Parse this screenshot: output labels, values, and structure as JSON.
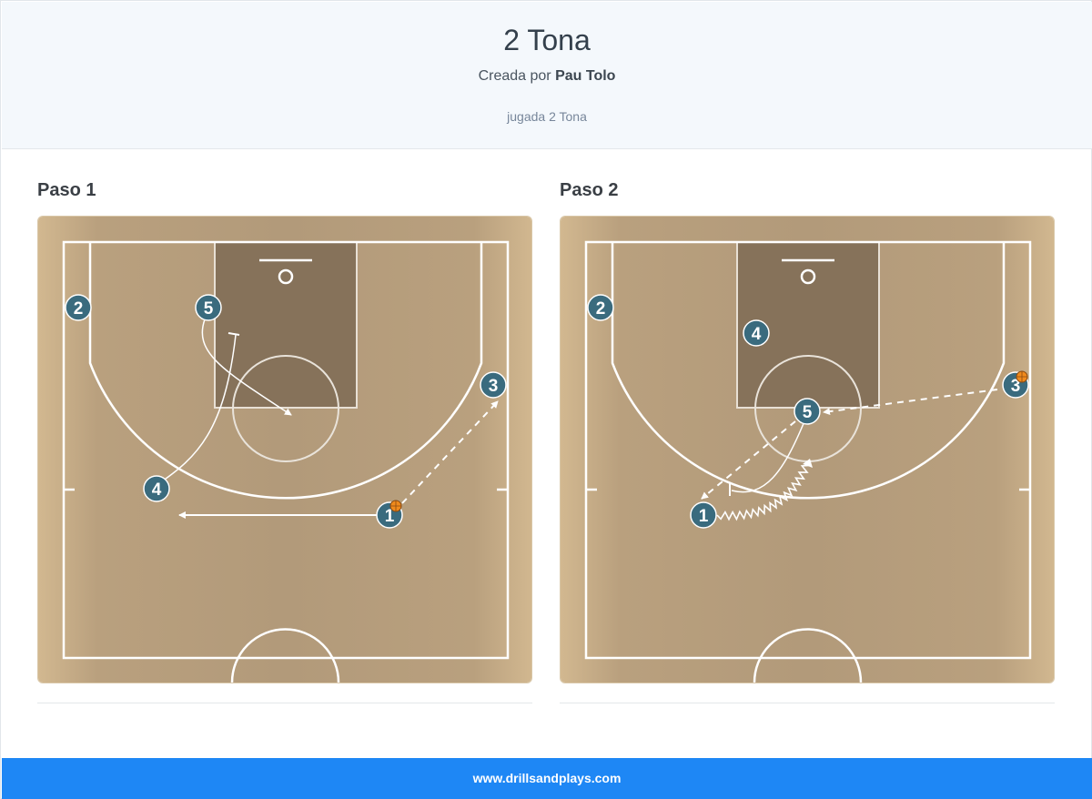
{
  "header": {
    "title": "2 Tona",
    "created_prefix": "Creada por",
    "author": "Pau Tolo",
    "description": "jugada 2 Tona"
  },
  "steps": [
    {
      "title": "Paso 1",
      "players": [
        {
          "label": "2",
          "has_ball": false
        },
        {
          "label": "5",
          "has_ball": false
        },
        {
          "label": "3",
          "has_ball": false
        },
        {
          "label": "4",
          "has_ball": false
        },
        {
          "label": "1",
          "has_ball": true
        }
      ],
      "actions": [
        {
          "type": "cut",
          "from": "5"
        },
        {
          "type": "screen",
          "from": "4"
        },
        {
          "type": "cut",
          "from": "1"
        },
        {
          "type": "pass",
          "from": "1",
          "to": "3"
        }
      ]
    },
    {
      "title": "Paso 2",
      "players": [
        {
          "label": "2",
          "has_ball": false
        },
        {
          "label": "4",
          "has_ball": false
        },
        {
          "label": "3",
          "has_ball": true
        },
        {
          "label": "5",
          "has_ball": false
        },
        {
          "label": "1",
          "has_ball": false
        }
      ],
      "actions": [
        {
          "type": "pass",
          "from": "3",
          "to": "5"
        },
        {
          "type": "pass",
          "from": "5",
          "to": "1"
        },
        {
          "type": "screen",
          "from": "5"
        },
        {
          "type": "dribble",
          "from": "1"
        }
      ]
    }
  ],
  "colors": {
    "player": "#3a6b7e",
    "footer": "#1e87f5",
    "court_wood": "#c4a784",
    "paint": "#7e6b55"
  },
  "footer": {
    "url": "www.drillsandplays.com"
  }
}
